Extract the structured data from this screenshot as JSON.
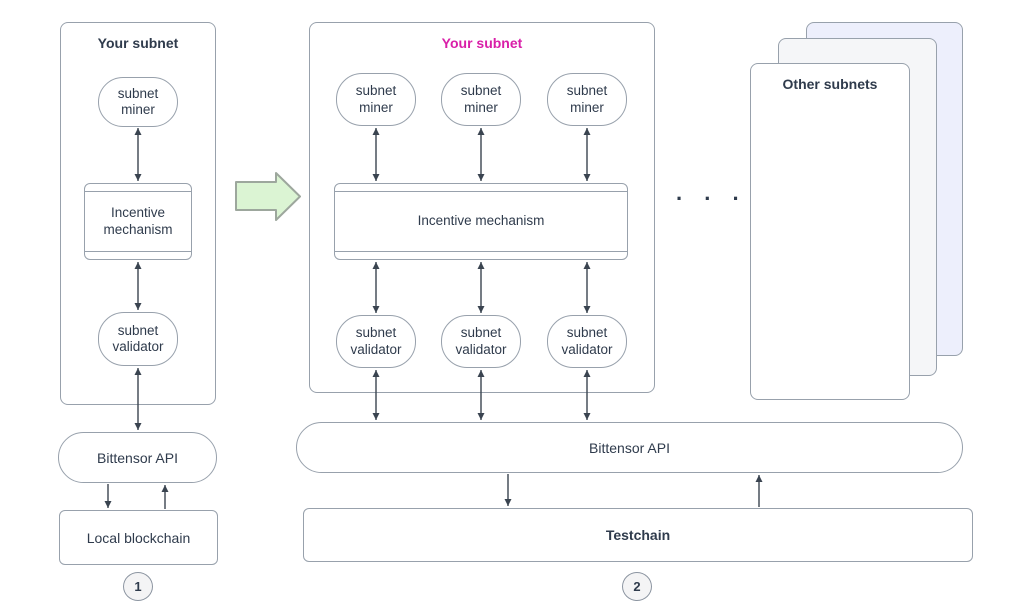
{
  "colors": {
    "border": "#98A1AC",
    "arrow": "#3A4450",
    "text": "#2F3B4C",
    "subnet_title_magenta": "#D91FA8",
    "green_arrow_fill": "#DBF4D3",
    "green_arrow_border": "#9DA79D",
    "other_subnet_back_fill": "#EDEFFC",
    "other_subnet_mid_fill": "#F5F6F8",
    "badge_fill": "#F4F4F5"
  },
  "left_panel": {
    "title": "Your subnet",
    "miner": "subnet miner",
    "incentive": "Incentive mechanism",
    "validator": "subnet validator",
    "api": "Bittensor API",
    "blockchain": "Local blockchain",
    "badge": "1"
  },
  "center_panel": {
    "title": "Your subnet",
    "miners": [
      "subnet miner",
      "subnet miner",
      "subnet miner"
    ],
    "incentive": "Incentive mechanism",
    "validators": [
      "subnet validator",
      "subnet validator",
      "subnet validator"
    ],
    "api": "Bittensor API",
    "testchain": "Testchain",
    "badge": "2"
  },
  "right_panel": {
    "ellipsis": ". . .",
    "title": "Other subnets"
  }
}
